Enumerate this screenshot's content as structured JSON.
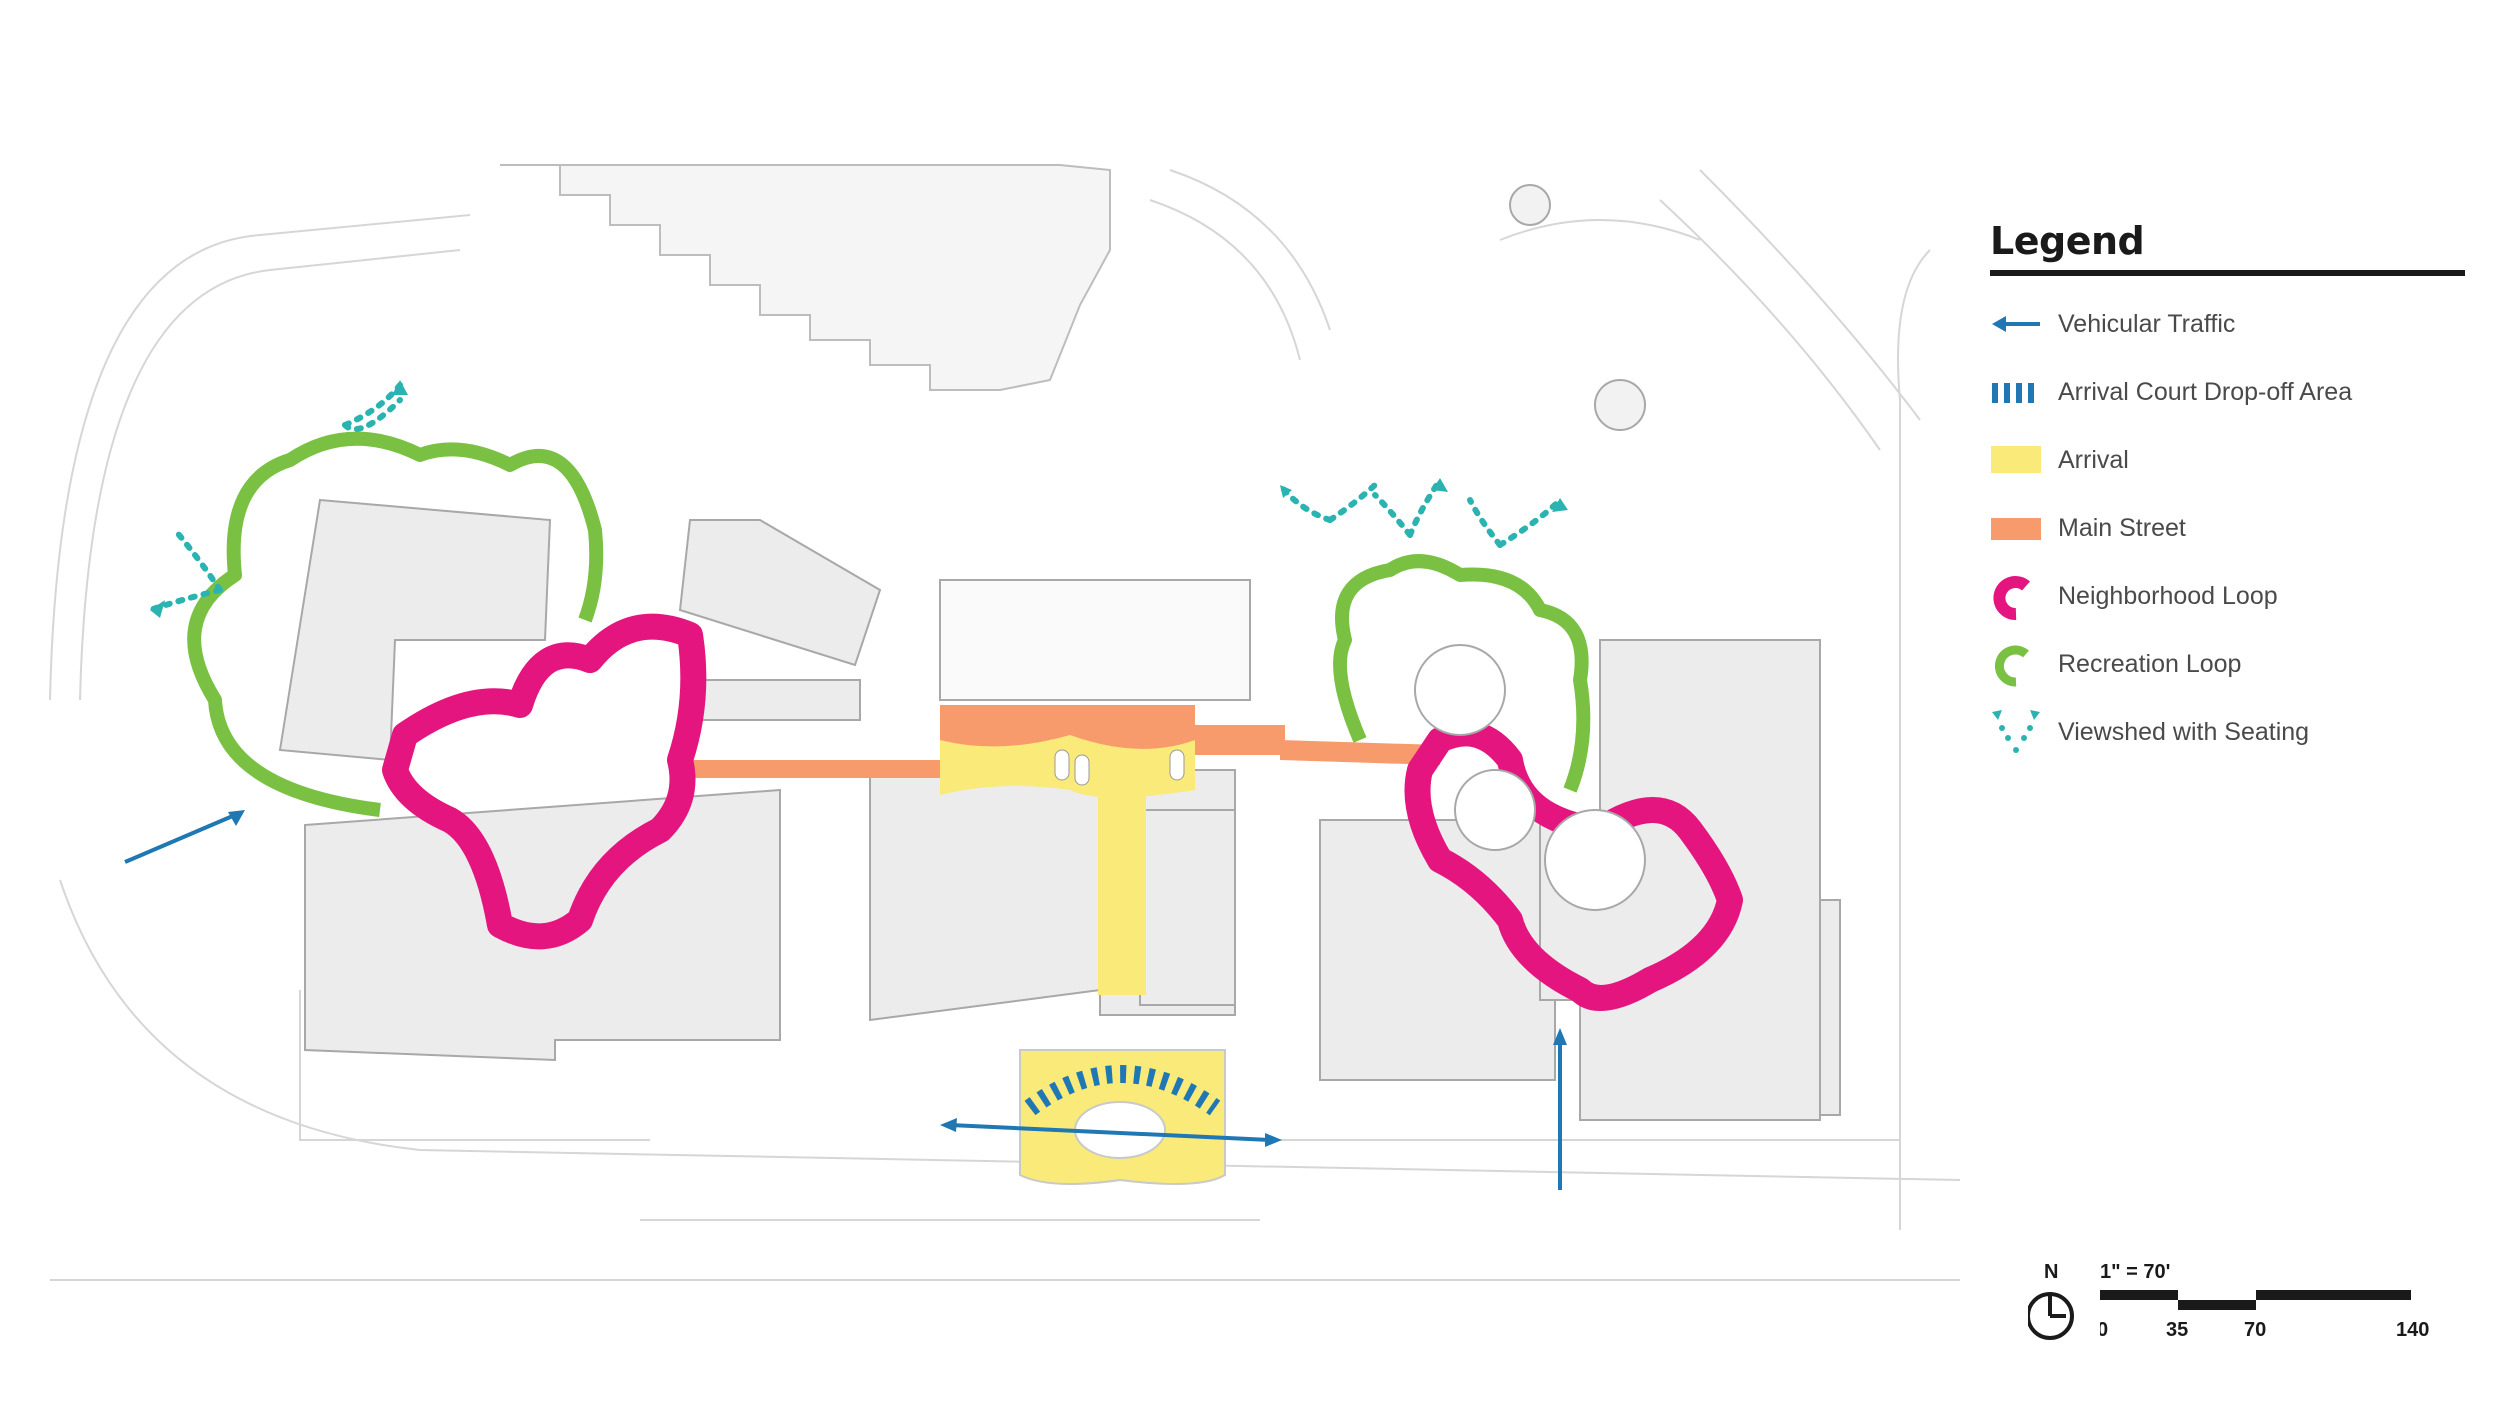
{
  "legend": {
    "title": "Legend",
    "items": [
      {
        "label": "Vehicular Traffic",
        "icon": "arrow-left-icon",
        "color": "#1f78b4"
      },
      {
        "label": "Arrival Court Drop-off Area",
        "icon": "dashes-icon",
        "color": "#1f78b4"
      },
      {
        "label": "Arrival",
        "icon": "square-icon",
        "color": "#f9ea7a"
      },
      {
        "label": "Main Street",
        "icon": "square-icon",
        "color": "#f79a6c"
      },
      {
        "label": "Neighborhood Loop",
        "icon": "loop-icon",
        "color": "#e4157f"
      },
      {
        "label": "Recreation Loop",
        "icon": "loop-icon",
        "color": "#7ac143"
      },
      {
        "label": "Viewshed with Seating",
        "icon": "viewshed-icon",
        "color": "#2ab3b0"
      }
    ]
  },
  "north_arrow": {
    "label": "N"
  },
  "scale_bar": {
    "ratio": "1\" = 70'",
    "ticks": [
      "0",
      "35",
      "70",
      "140"
    ]
  }
}
